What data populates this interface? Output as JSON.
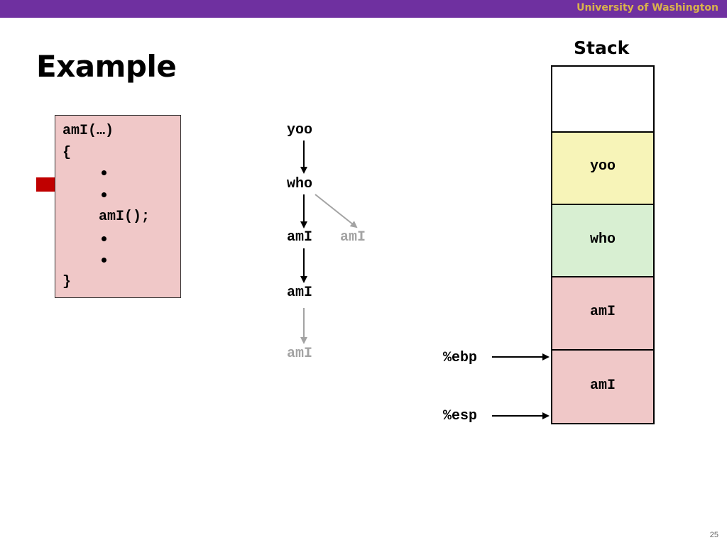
{
  "header": {
    "institution": "University of Washington"
  },
  "slide": {
    "title": "Example",
    "page_number": "25"
  },
  "code": {
    "signature": "amI(…)",
    "open_brace": "{",
    "call": "amI();",
    "close_brace": "}",
    "current_line_marker": "current-line-arrow"
  },
  "call_tree": {
    "yoo": "yoo",
    "who": "who",
    "ami_1": "amI",
    "ami_1_sibling": "amI",
    "ami_2": "amI",
    "ami_3": "amI"
  },
  "stack": {
    "title": "Stack",
    "frames": [
      {
        "label": "",
        "color": "#ffffff"
      },
      {
        "label": "yoo",
        "color": "#f7f4b8"
      },
      {
        "label": "who",
        "color": "#d8efd2"
      },
      {
        "label": "amI",
        "color": "#f0c8c8"
      },
      {
        "label": "amI",
        "color": "#f0c8c8"
      }
    ]
  },
  "registers": {
    "ebp": "%ebp",
    "esp": "%esp"
  },
  "colors": {
    "header_bar": "#6f30a0",
    "header_text": "#d9b24c",
    "code_box": "#f0c8c8",
    "arrow_red": "#c00000",
    "inactive_gray": "#a3a3a3"
  }
}
